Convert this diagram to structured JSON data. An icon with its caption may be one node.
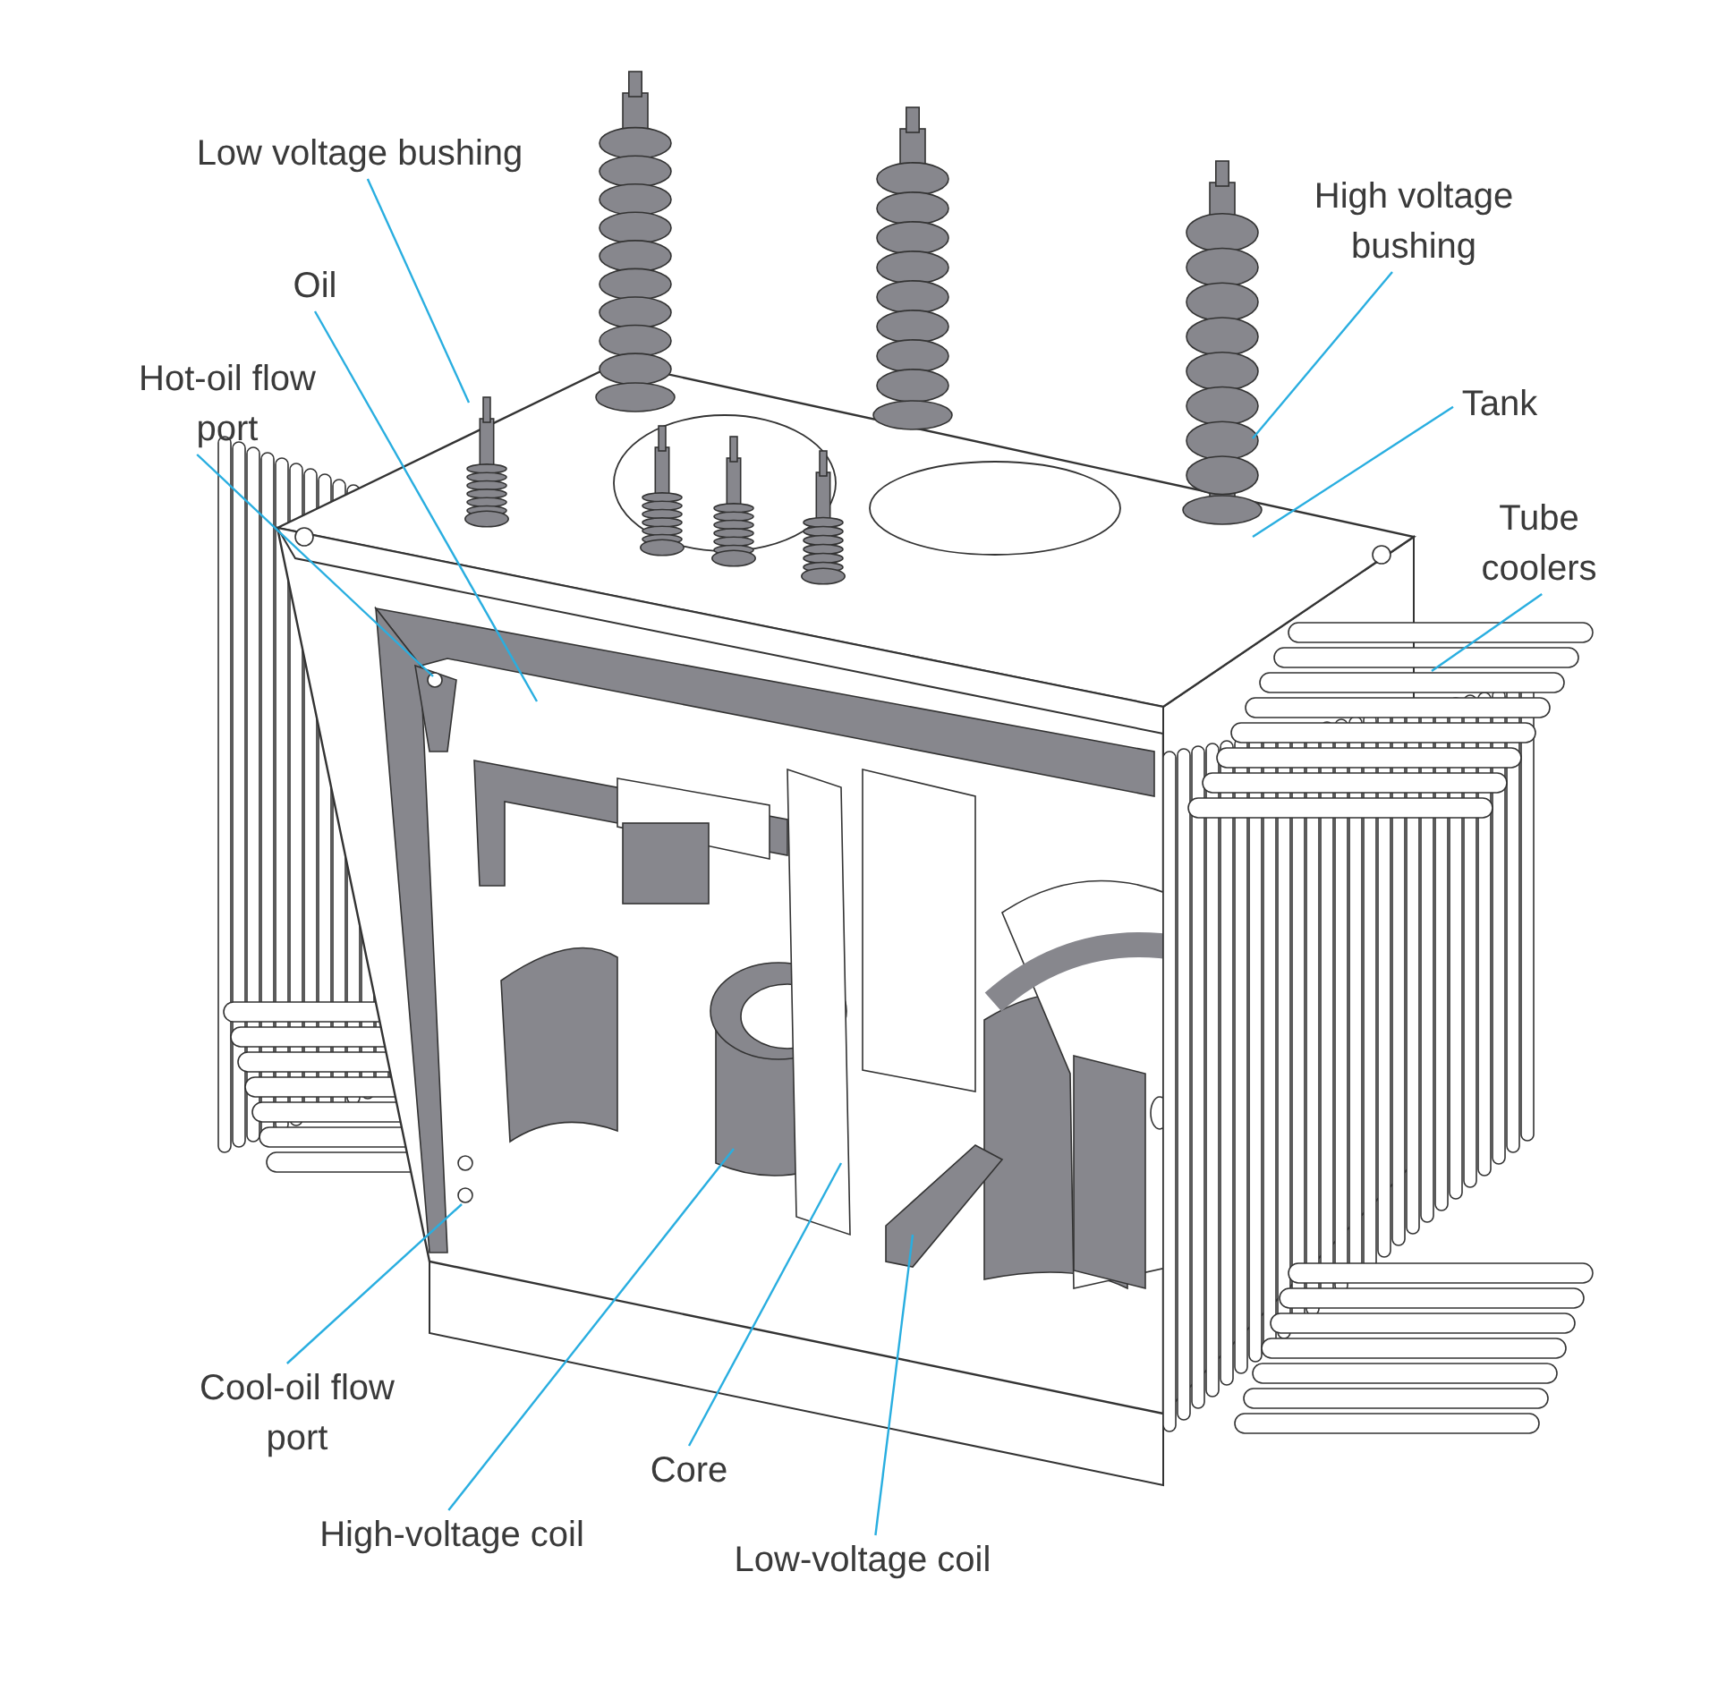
{
  "diagram": {
    "nodes": [
      {
        "text": [
          "Low voltage bushing"
        ]
      },
      {
        "text": [
          "Oil"
        ]
      },
      {
        "text": [
          "Hot-oil flow port"
        ]
      },
      {
        "text": [
          "High voltage bushing"
        ]
      },
      {
        "text": [
          "Tank"
        ]
      },
      {
        "text": [
          "Tube coolers"
        ]
      },
      {
        "text": [
          "Cool-oil flow port"
        ]
      },
      {
        "text": [
          "High-voltage coil"
        ]
      },
      {
        "text": [
          "Core"
        ]
      },
      {
        "text": [
          "Low-voltage coil"
        ]
      }
    ],
    "edges": [
      {
        "from": 0,
        "to": null,
        "arrow": "none"
      },
      {
        "from": 1,
        "to": null,
        "arrow": "none"
      },
      {
        "from": 2,
        "to": null,
        "arrow": "none"
      },
      {
        "from": 3,
        "to": null,
        "arrow": "none"
      },
      {
        "from": 4,
        "to": null,
        "arrow": "none"
      },
      {
        "from": 5,
        "to": null,
        "arrow": "none"
      },
      {
        "from": 6,
        "to": null,
        "arrow": "none"
      },
      {
        "from": 7,
        "to": null,
        "arrow": "none"
      },
      {
        "from": 8,
        "to": null,
        "arrow": "none"
      },
      {
        "from": 9,
        "to": null,
        "arrow": "none"
      }
    ]
  }
}
